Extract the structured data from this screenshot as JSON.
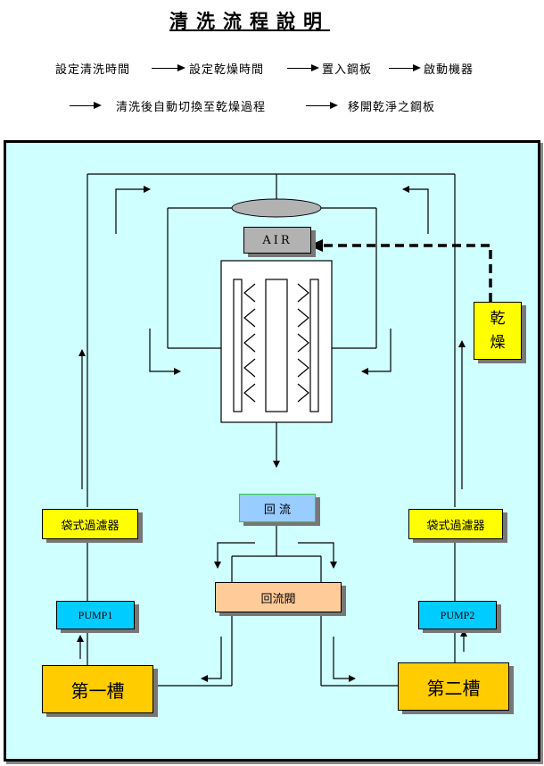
{
  "title": "清洗流程說明",
  "steps": {
    "s1": "設定清洗時間",
    "s2": "設定乾燥時間",
    "s3": "置入鋼板",
    "s4": "啟動機器",
    "s5": "清洗後自動切換至乾燥過程",
    "s6": "移開乾淨之鋼板"
  },
  "diagram": {
    "air": "AIR",
    "dryer": [
      "乾",
      "燥"
    ],
    "return_flow": "回  流",
    "return_valve": "回流閥",
    "filter_left": "袋式過濾器",
    "filter_right": "袋式過濾器",
    "pump1": "PUMP1",
    "pump2": "PUMP2",
    "tank1": "第一槽",
    "tank2": "第二槽"
  },
  "colors": {
    "panel": "#cfffff",
    "filter": "#ffff00",
    "pump": "#00ccff",
    "tank": "#ffcc00",
    "valve": "#ffcc99",
    "air": "#b2b2b2",
    "return_flow": "#99ccff"
  }
}
